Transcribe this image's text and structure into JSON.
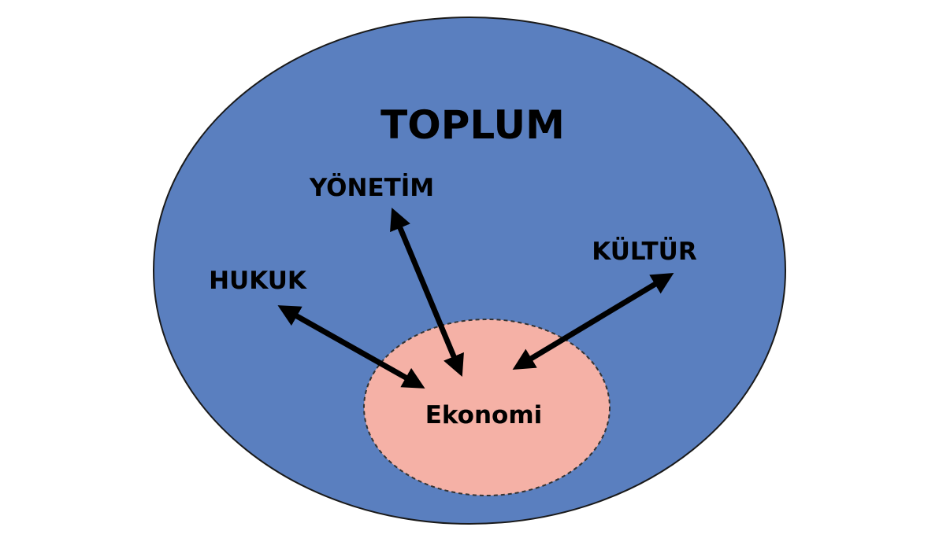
{
  "title": "TOPLUM",
  "center": "Ekonomi",
  "nodes": {
    "yonetim": "YÖNETİM",
    "hukuk": "HUKUK",
    "kultur": "KÜLTÜR"
  },
  "colors": {
    "outer_fill": "#5a7fbf",
    "outer_stroke": "#1a1a1a",
    "inner_fill": "#f5b1a6",
    "inner_stroke": "#333333",
    "arrow": "#000000",
    "text": "#000000"
  }
}
